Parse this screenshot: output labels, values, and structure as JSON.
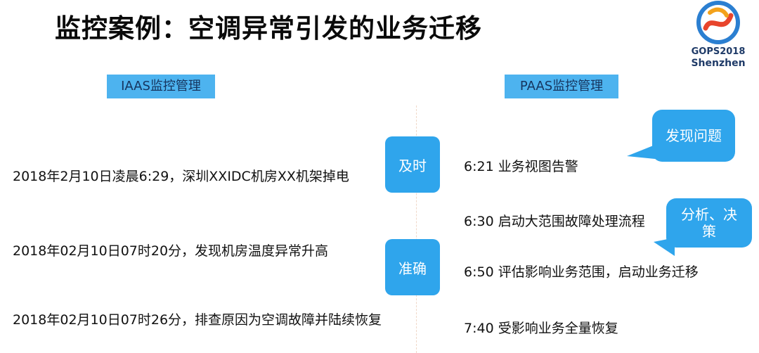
{
  "title": "监控案例：空调异常引发的业务迁移",
  "logo": {
    "line1": "GOPS2018",
    "line2": "Shenzhen"
  },
  "iaas": {
    "label": "IAAS监控管理",
    "events": [
      "2018年2月10日凌晨6:29，深圳XXIDC机房XX机架掉电",
      "2018年02月10日07时20分，发现机房温度异常升高",
      "2018年02月10日07时26分，排查原因为空调故障并陆续恢复"
    ]
  },
  "paas": {
    "label": "PAAS监控管理",
    "events": [
      "6:21 业务视图告警",
      "6:30 启动大范围故障处理流程",
      "6:50 评估影响业务范围，启动业务迁移",
      "7:40 受影响业务全量恢复"
    ]
  },
  "badges": {
    "timely": "及时",
    "accurate": "准确"
  },
  "callouts": {
    "find_problem": "发现问题",
    "analyze_line1": "分析、决",
    "analyze_line2": "策"
  },
  "colors": {
    "accent": "#2fa5ec",
    "label_bg": "#4db3ef"
  }
}
